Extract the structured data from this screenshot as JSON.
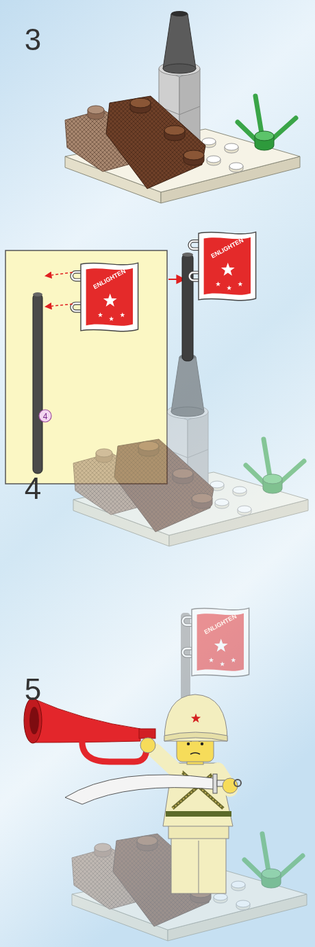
{
  "diagram": {
    "labels": [
      "3",
      "ENLIGHTEN",
      "ENLIGHTEN",
      "4",
      "4",
      "ENLIGHTEN",
      "5"
    ]
  }
}
